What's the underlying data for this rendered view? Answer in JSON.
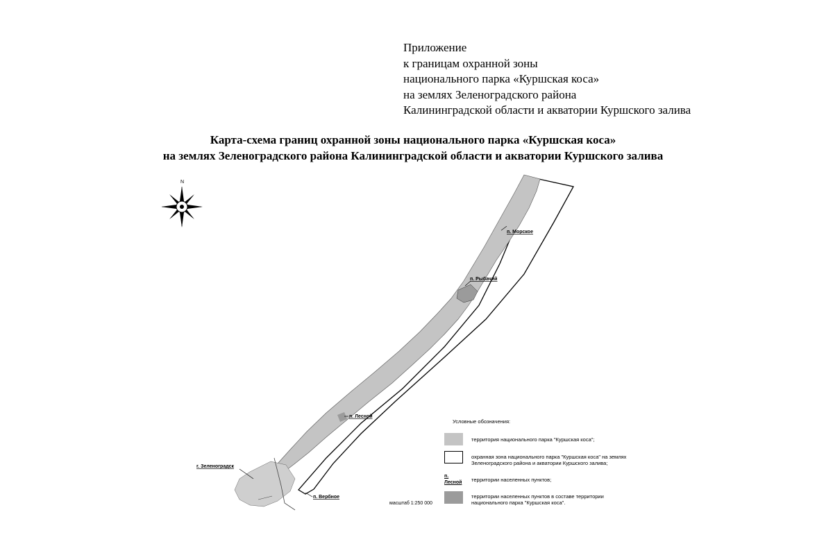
{
  "appendix": {
    "lines": [
      "Приложение",
      "к границам охранной зоны",
      "национального парка «Куршская коса»",
      "на землях Зеленоградского района",
      "Калининградской области и акватории Куршского залива"
    ]
  },
  "title": {
    "line1": "Карта-схема границ охранной зоны национального парка «Куршская коса»",
    "line2": "на землях Зеленоградского района Калининградской области и акватории Куршского залива"
  },
  "compass": {
    "north_label": "N"
  },
  "places": {
    "morskoe": "п. Морское",
    "rybachy": "п. Рыбачий",
    "lesnoy": "п. Лесной",
    "zelenogradsk": "г. Зеленоградск",
    "verbnoe": "п. Вербное"
  },
  "legend": {
    "title": "Условные обозначения:",
    "items": [
      {
        "type": "park",
        "text": "территория национального парка \"Куршская коса\";"
      },
      {
        "type": "zone",
        "text": "охранная зона национального парка \"Куршская коса\" на землях Зеленоградского района и акватории Куршского залива;"
      },
      {
        "type": "settlement-label",
        "sample": "п. Лесной",
        "text": "территории населенных пунктов;"
      },
      {
        "type": "settlement-park",
        "text": "территории населенных пунктов в составе территории национального парка \"Куршская коса\"."
      }
    ]
  },
  "scale": "масштаб 1:250 000",
  "colors": {
    "park": "#c4c4c4",
    "settlement": "#9b9b9b",
    "border": "#000000"
  }
}
